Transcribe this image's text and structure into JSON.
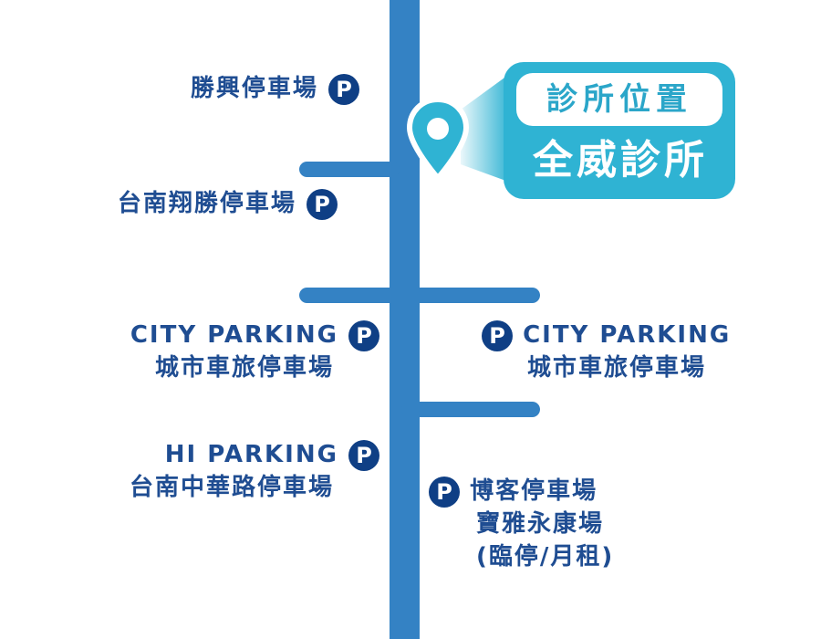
{
  "map": {
    "road_color": "#3482c4",
    "label_color": "#1f4d92",
    "parking_badge_color": "#0f3f85",
    "accent_color": "#2fb3d3"
  },
  "clinic_tag": {
    "subtitle": "診所位置",
    "title": "全威診所",
    "icon": "map-pin-icon"
  },
  "parking": [
    {
      "id": "shengxing",
      "lines": [
        "勝興停車場"
      ],
      "badge": "P",
      "side": "left"
    },
    {
      "id": "tainan-xiangsheng",
      "lines": [
        "台南翔勝停車場"
      ],
      "badge": "P",
      "side": "left"
    },
    {
      "id": "city-parking-left",
      "lines": [
        "CITY PARKING",
        "城市車旅停車場"
      ],
      "badge": "P",
      "side": "left"
    },
    {
      "id": "city-parking-right",
      "lines": [
        "CITY PARKING",
        "城市車旅停車場"
      ],
      "badge": "P",
      "side": "right"
    },
    {
      "id": "hi-parking",
      "lines": [
        "HI PARKING",
        "台南中華路停車場"
      ],
      "badge": "P",
      "side": "left"
    },
    {
      "id": "boke",
      "lines": [
        "博客停車場",
        "寶雅永康場",
        "(臨停/月租)"
      ],
      "badge": "P",
      "side": "right"
    }
  ]
}
